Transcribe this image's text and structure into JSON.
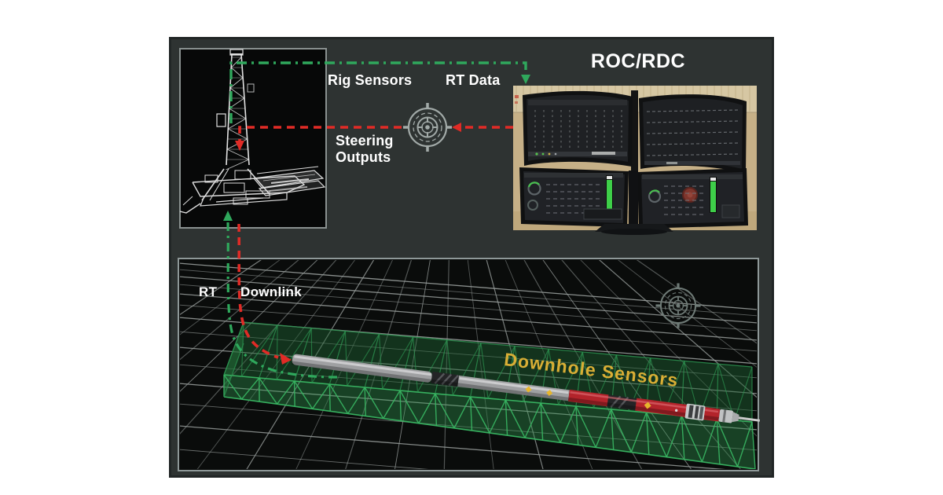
{
  "panel": {
    "top": {
      "rig_sensors_label": "Rig Sensors",
      "rt_data_label": "RT Data",
      "steering_outputs_label": "Steering\nOutputs",
      "roc_rdc_title": "ROC/RDC"
    },
    "bottom": {
      "rt_label": "RT",
      "downlink_label": "Downlink",
      "downhole_sensors_label": "Downhole Sensors"
    }
  },
  "colors": {
    "signal_green": "#2fa85c",
    "signal_red": "#e02b26",
    "downhole_label_gold": "#d9ae35",
    "panel_background": "#2e3332",
    "scene_background": "#0a0c0b",
    "target_zone_green": "#39b763",
    "label_white": "#ffffff"
  },
  "icons": {
    "top_reticle": "target-reticle-icon",
    "bottom_reticle": "target-reticle-icon"
  }
}
